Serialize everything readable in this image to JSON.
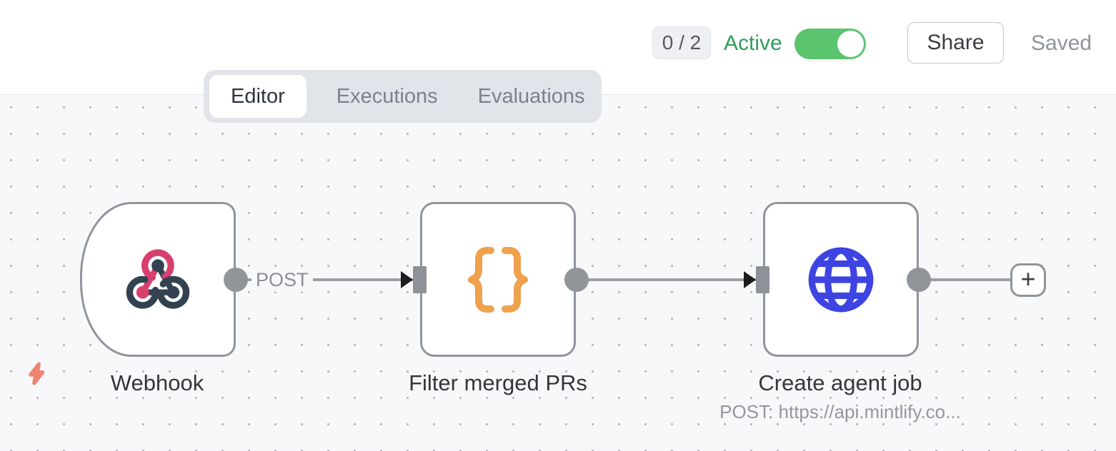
{
  "header": {
    "issues_badge": "0 / 2",
    "active_label": "Active",
    "toggle_state": "on",
    "share_label": "Share",
    "saved_label": "Saved"
  },
  "tabs": [
    {
      "label": "Editor",
      "active": true
    },
    {
      "label": "Executions",
      "active": false
    },
    {
      "label": "Evaluations",
      "active": false
    }
  ],
  "canvas": {
    "nodes": [
      {
        "name": "Webhook",
        "icon": "webhook-icon",
        "shape": "trigger"
      },
      {
        "name": "Filter merged PRs",
        "icon": "code-braces-icon",
        "shape": "square"
      },
      {
        "name": "Create agent job",
        "icon": "globe-icon",
        "shape": "square",
        "subtitle": "POST: https://api.mintlify.co..."
      }
    ],
    "connections": [
      {
        "from": "Webhook",
        "to": "Filter merged PRs",
        "label": "POST"
      },
      {
        "from": "Filter merged PRs",
        "to": "Create agent job",
        "label": ""
      },
      {
        "from": "Create agent job",
        "to": "add-node-button",
        "label": ""
      }
    ],
    "add_button_label": "+"
  },
  "colors": {
    "canvas_bg": "#f7f8fa",
    "grid_dot": "#b4b7be",
    "active_green": "#2f9e5b",
    "toggle_green": "#5bc46e",
    "node_border": "#90949b",
    "connector_gray": "#9b9ea3",
    "webhook_pink": "#d63f6e",
    "webhook_slate": "#324250",
    "code_orange": "#efa14d",
    "globe_blue": "#3e44e2",
    "bolt_salmon": "#ee8571"
  }
}
